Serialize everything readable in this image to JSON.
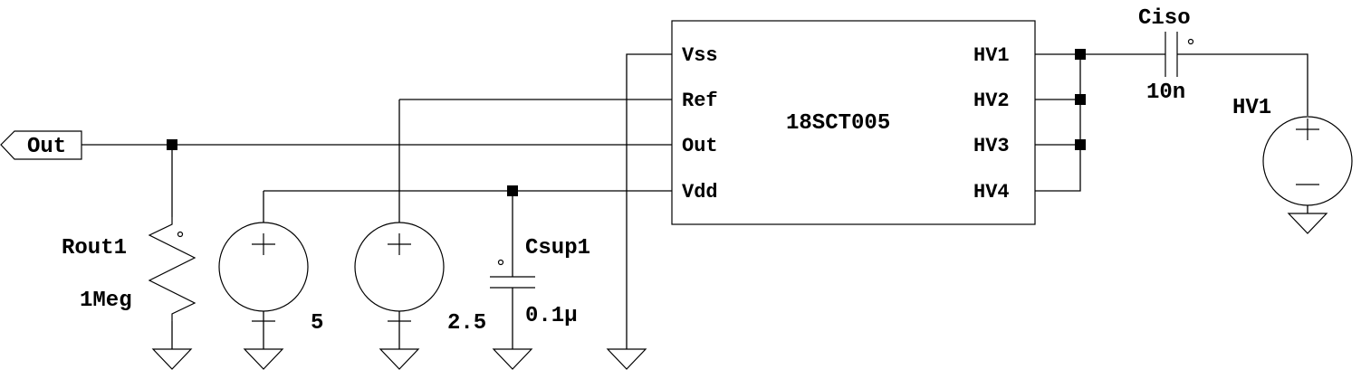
{
  "schematic": {
    "ic": {
      "name": "18SCT005",
      "left_pins": [
        "Vss",
        "Ref",
        "Out",
        "Vdd"
      ],
      "right_pins": [
        "HV1",
        "HV2",
        "HV3",
        "HV4"
      ]
    },
    "net_label": {
      "name": "Out"
    },
    "components": {
      "rout": {
        "ref": "Rout1",
        "value": "1Meg"
      },
      "v5": {
        "value": "5"
      },
      "v25": {
        "value": "2.5"
      },
      "csup": {
        "ref": "Csup1",
        "value": "0.1µ"
      },
      "ciso": {
        "ref": "Ciso",
        "value": "10n"
      },
      "hv1": {
        "ref": "HV1"
      }
    },
    "source_polarity": {
      "plus": "+",
      "minus": "−"
    }
  }
}
